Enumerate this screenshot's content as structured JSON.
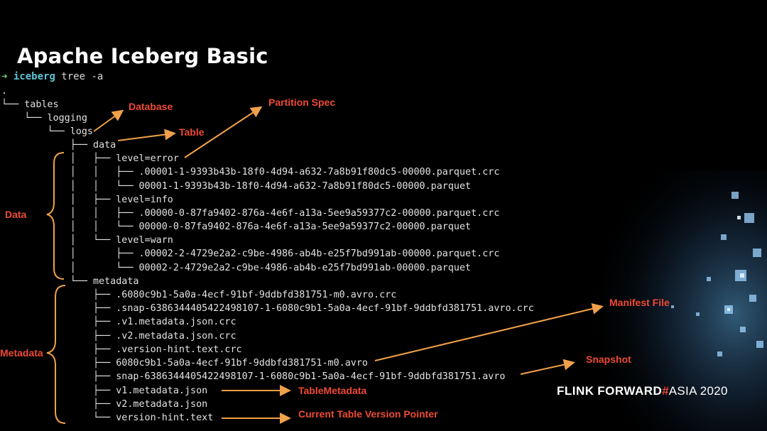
{
  "slide": {
    "title": "Apache Iceberg Basic",
    "brand": {
      "part1": "FLINK",
      "part2": "FORWARD",
      "hash": "#",
      "part3": "ASIA 2020"
    }
  },
  "terminal": {
    "prompt_arrow": "➜",
    "prompt_dir": "iceberg",
    "command": "tree -a",
    "lines": [
      ".",
      "└── tables",
      "    └── logging",
      "        └── logs",
      "            ├── data",
      "            │   ├── level=error",
      "            │   │   ├── .00001-1-9393b43b-18f0-4d94-a632-7a8b91f80dc5-00000.parquet.crc",
      "            │   │   └── 00001-1-9393b43b-18f0-4d94-a632-7a8b91f80dc5-00000.parquet",
      "            │   ├── level=info",
      "            │   │   ├── .00000-0-87fa9402-876a-4e6f-a13a-5ee9a59377c2-00000.parquet.crc",
      "            │   │   └── 00000-0-87fa9402-876a-4e6f-a13a-5ee9a59377c2-00000.parquet",
      "            │   └── level=warn",
      "            │       ├── .00002-2-4729e2a2-c9be-4986-ab4b-e25f7bd991ab-00000.parquet.crc",
      "            │       └── 00002-2-4729e2a2-c9be-4986-ab4b-e25f7bd991ab-00000.parquet",
      "            └── metadata",
      "                ├── .6080c9b1-5a0a-4ecf-91bf-9ddbfd381751-m0.avro.crc",
      "                ├── .snap-6386344405422498107-1-6080c9b1-5a0a-4ecf-91bf-9ddbfd381751.avro.crc",
      "                ├── .v1.metadata.json.crc",
      "                ├── .v2.metadata.json.crc",
      "                ├── .version-hint.text.crc",
      "                ├── 6080c9b1-5a0a-4ecf-91bf-9ddbfd381751-m0.avro",
      "                ├── snap-6386344405422498107-1-6080c9b1-5a0a-4ecf-91bf-9ddbfd381751.avro",
      "                ├── v1.metadata.json",
      "                ├── v2.metadata.json",
      "                └── version-hint.text"
    ]
  },
  "annotations": {
    "database": "Database",
    "partition_spec": "Partition Spec",
    "table": "Table",
    "data": "Data",
    "metadata": "Metadata",
    "manifest_file": "Manifest File",
    "snapshot": "Snapshot",
    "table_metadata": "TableMetadata",
    "current_version_pointer": "Current Table Version Pointer"
  },
  "colors": {
    "annotation": "#ef4a34",
    "arrow": "#f0a14a",
    "prompt_arrow": "#7fd26b",
    "prompt_dir": "#5fc3d6"
  }
}
